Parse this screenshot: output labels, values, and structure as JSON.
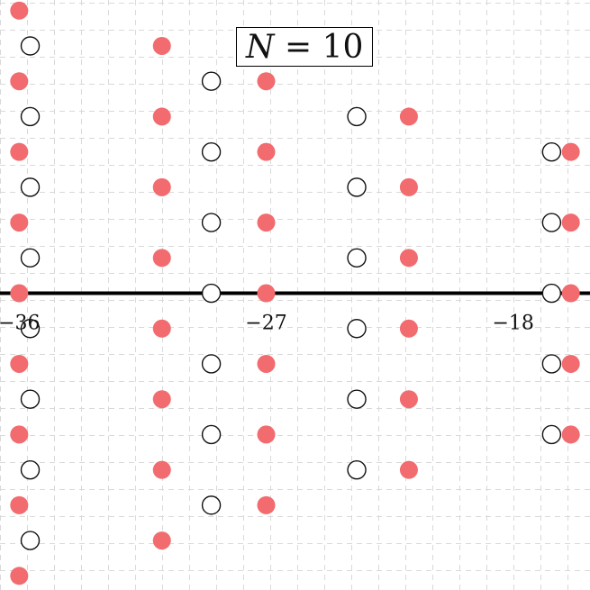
{
  "title": {
    "variable": "N",
    "operator": " = ",
    "value": "10"
  },
  "chart_data": {
    "type": "scatter",
    "title": "N = 10",
    "xlabel": "",
    "ylabel": "",
    "xlim": [
      -36.7,
      -15.2
    ],
    "ylim": [
      -8.4,
      8.3
    ],
    "grid": true,
    "x_ticks": [
      -36,
      -27,
      -18
    ],
    "x_tick_labels": [
      "−36",
      "−27",
      "−18"
    ],
    "axis_line": "y = 0",
    "colors": {
      "filled": "#f26b6f",
      "open_stroke": "#111111",
      "axis": "#000000",
      "grid": "#d9d9d9"
    },
    "series": [
      {
        "marker": "filled",
        "points": [
          [
            -36,
            8
          ],
          [
            -36,
            6
          ],
          [
            -36,
            4
          ],
          [
            -36,
            2
          ],
          [
            -36,
            0
          ],
          [
            -36,
            -2
          ],
          [
            -36,
            -4
          ],
          [
            -36,
            -6
          ],
          [
            -36,
            -8
          ],
          [
            -30.8,
            7
          ],
          [
            -30.8,
            5
          ],
          [
            -30.8,
            3
          ],
          [
            -30.8,
            1
          ],
          [
            -30.8,
            -1
          ],
          [
            -30.8,
            -3
          ],
          [
            -30.8,
            -5
          ],
          [
            -30.8,
            -7
          ],
          [
            -27,
            6
          ],
          [
            -27,
            4
          ],
          [
            -27,
            2
          ],
          [
            -27,
            0
          ],
          [
            -27,
            -2
          ],
          [
            -27,
            -4
          ],
          [
            -27,
            -6
          ],
          [
            -21.8,
            5
          ],
          [
            -21.8,
            3
          ],
          [
            -21.8,
            1
          ],
          [
            -21.8,
            -1
          ],
          [
            -21.8,
            -3
          ],
          [
            -21.8,
            -5
          ],
          [
            -15.9,
            4
          ],
          [
            -15.9,
            2
          ],
          [
            -15.9,
            0
          ],
          [
            -15.9,
            -2
          ],
          [
            -15.9,
            -4
          ]
        ]
      },
      {
        "marker": "open",
        "points": [
          [
            -35.6,
            7
          ],
          [
            -35.6,
            5
          ],
          [
            -35.6,
            3
          ],
          [
            -35.6,
            1
          ],
          [
            -35.6,
            -1
          ],
          [
            -35.6,
            -3
          ],
          [
            -35.6,
            -5
          ],
          [
            -35.6,
            -7
          ],
          [
            -29,
            6
          ],
          [
            -29,
            4
          ],
          [
            -29,
            2
          ],
          [
            -29,
            0
          ],
          [
            -29,
            -2
          ],
          [
            -29,
            -4
          ],
          [
            -29,
            -6
          ],
          [
            -23.7,
            5
          ],
          [
            -23.7,
            3
          ],
          [
            -23.7,
            1
          ],
          [
            -23.7,
            -1
          ],
          [
            -23.7,
            -3
          ],
          [
            -23.7,
            -5
          ],
          [
            -16.6,
            4
          ],
          [
            -16.6,
            2
          ],
          [
            -16.6,
            0
          ],
          [
            -16.6,
            -2
          ],
          [
            -16.6,
            -4
          ]
        ]
      }
    ]
  }
}
